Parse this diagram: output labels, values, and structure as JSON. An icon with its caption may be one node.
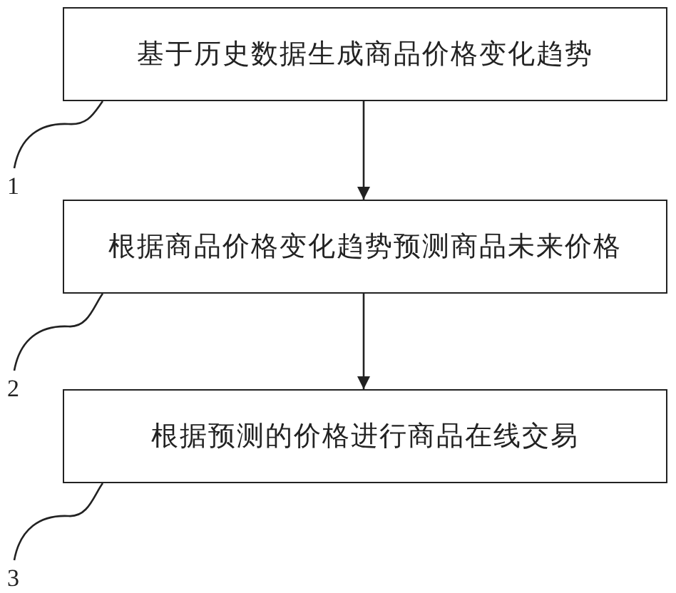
{
  "diagram": {
    "nodes": [
      {
        "text": [
          "基于历史数据生成商品价格变化趋势"
        ]
      },
      {
        "text": [
          "根据商品价格变化趋势预测商品未来价格"
        ]
      },
      {
        "text": [
          "根据预测的价格进行商品在线交易"
        ]
      },
      {
        "text": [
          "1"
        ]
      },
      {
        "text": [
          "2"
        ]
      },
      {
        "text": [
          "3"
        ]
      }
    ],
    "edges": [
      {
        "from": 0,
        "to": 1,
        "arrow": "to"
      },
      {
        "from": 1,
        "to": 2,
        "arrow": "to"
      },
      {
        "from": 3,
        "to": 0,
        "arrow": "none"
      },
      {
        "from": 4,
        "to": 1,
        "arrow": "none"
      },
      {
        "from": 5,
        "to": 2,
        "arrow": "none"
      }
    ]
  }
}
